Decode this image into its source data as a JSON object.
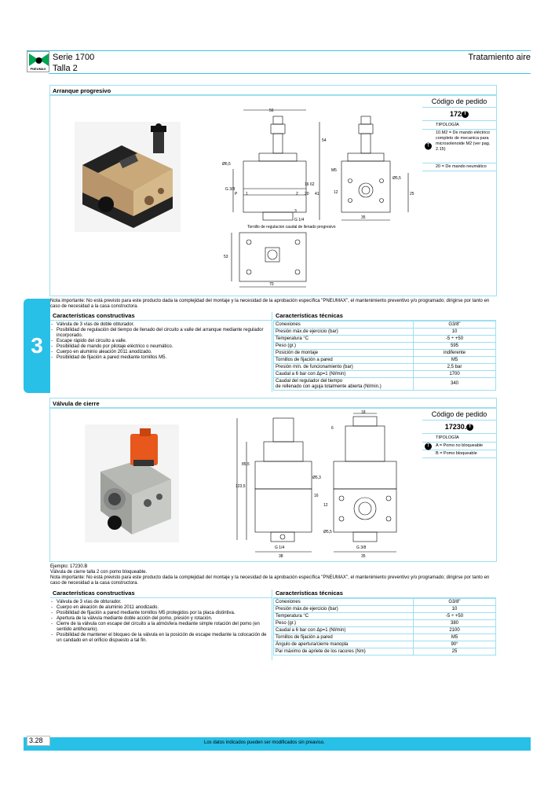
{
  "header": {
    "logo_text": "PNEUMAX",
    "serie": "Serie 1700",
    "talla": "Talla 2",
    "right_title": "Tratamiento aire"
  },
  "chapter": "3",
  "section1": {
    "title": "Arranque progresivo",
    "code_title": "Código de pedido",
    "code_value": "172",
    "badge": "T",
    "tipologia_label": "TIPOLOGÍA",
    "tipologia": [
      "10.M2 = De mando eléctrico completo de mecanica para micro­solenoide M2 (ver pag. 2.15)",
      "20 = De mando neumático"
    ],
    "drawing": {
      "dims": [
        "56",
        "Ø6,5",
        "54",
        "62",
        "G 3/8",
        "P",
        "1",
        "2",
        "16",
        "20",
        "41",
        "3",
        "G 1/4",
        "M5",
        "12",
        "Ø5,5",
        "35",
        "25",
        "53",
        "70"
      ],
      "caption": "Tornillo de regulacion caudal de llenado progresivo"
    },
    "note": "Nota importante: No está previsto para este producto dada la complejidad del montaje y la necesidad de la aprobación específica \"PNEUMAX\", el mantenimiento preventivo y/o programado; dirigirse por tanto en caso de necesidad a la casa constructora.",
    "features_title": "Características constructivas",
    "features": [
      "Válvula de 3 vías de doble obturador.",
      "Posibilidad de regulación del tiempo de llenado del circuito a valle del arranque mediante regulador incorporado.",
      "Escape rápido del circuito a valle.",
      "Posibilidad de mando por pilotaje eléctrico o neumático.",
      "Cuerpo en aluminio aleación 2011 anodizado.",
      "Posibilidad de fijación a pared mediante tornillos M5."
    ],
    "tech_title": "Características técnicas",
    "tech": [
      [
        "Conexiones",
        "G3/8\""
      ],
      [
        "Presión máx.de ejercicio (bar)",
        "10"
      ],
      [
        "Temperatura °C",
        "-5 ÷ +50"
      ],
      [
        "Peso (gr.)",
        "595"
      ],
      [
        "Posición de montaje",
        "indiferente"
      ],
      [
        "Tornillos de fijación a pared",
        "M5"
      ],
      [
        "Presión mín. de funcionamiento (bar)",
        "2,5 bar"
      ],
      [
        "Caudal a 6 bar con Δp=1 (Nl/min)",
        "1700"
      ],
      [
        "Caudal del regulador del tiempo\nde rellenado con aguja totalmente abierta (Nl/min.)",
        "340"
      ]
    ]
  },
  "section2": {
    "title": "Válvula de cierre",
    "code_title": "Código de pedido",
    "code_value": "17230.",
    "badge": "T",
    "tipologia_label": "TIPOLOGÍA",
    "tipologia": [
      "A = Pomo no bloqueable",
      "B = Pomo bloqueable"
    ],
    "drawing": {
      "dims": [
        "18",
        "6",
        "85,5",
        "123,5",
        "Ø5,3",
        "16",
        "12",
        "Ø5,5",
        "G 1/4",
        "G 3/8",
        "38",
        "35"
      ]
    },
    "note": "Ejemplo: 17230.B\nVálvula de cierre talla 2 con pomo bloqueable.\nNota importante: No está previsto para este producto dada la complejidad del montaje y la necesidad de la aprobación específica \"PNEUMAX\", el mantenimiento preventivo y/o programado; dirigirse por tanto en caso de necesidad a la casa constructora.",
    "features_title": "Características constructivas",
    "features": [
      "Válvula de 3 vías de obturador.",
      "Cuerpo en aleación de aluminio 2011 anodizado.",
      "Posibilidad de fijación a pared mediante tornillos M5 protegidos por la placa distintiva.",
      "Apertura de la válvula mediante doble acción del pomo, presión y rotación.",
      "Cierre de la válvula con escape del circuito a la atmósfera mediante simple rotación del pomo (en sentido antihorario).",
      "Posibilidad de mantener el bloqueo de la válvula en la posición de escape mediante la colocación de un candado en el orificio dispuesto a tal fin."
    ],
    "tech_title": "Características técnicas",
    "tech": [
      [
        "Conexiones",
        "G3/8\""
      ],
      [
        "Presión máx.de ejercicio (bar)",
        "10"
      ],
      [
        "Temperatura °C",
        "-5 ÷ +50"
      ],
      [
        "Peso (gr.)",
        "380"
      ],
      [
        "Caudal a 6 bar con Δp=1 (Nl/min)",
        "2100"
      ],
      [
        "Tornillos de fijación a pared",
        "M5"
      ],
      [
        "Ángulo de apertura/cierre manopla",
        "90°"
      ],
      [
        "Par máximo de apriete de los racores (Nm)",
        "25"
      ]
    ]
  },
  "footer": {
    "page": "3.28",
    "text": "Los datos indicados pueden ser modificados sin preaviso."
  },
  "colors": {
    "accent": "#29c0e8",
    "border": "#9ddff0"
  }
}
